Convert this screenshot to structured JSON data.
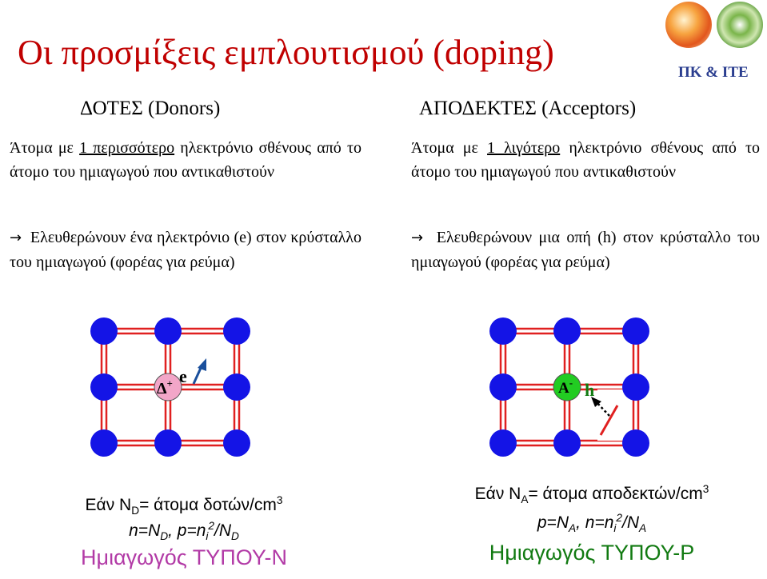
{
  "title": "Οι προσμίξεις εμπλουτισμού (doping)",
  "lab_label": "ΠΚ & ΙΤΕ",
  "donors": {
    "header": "ΔΟΤΕΣ (Donors)",
    "desc_pre": "Άτομα με ",
    "desc_underlined": "1 περισσότερο",
    "desc_post": " ηλεκτρόνιο σθένους από το άτομο του ημιαγωγού που αντικαθιστούν",
    "effect_arrow": "→",
    "effect": "Ελευθερώνουν ένα ηλεκτρόνιο (e) στον κρύσταλλο του ημιαγωγού (φορέας για ρεύμα)",
    "ion_label": "Δ",
    "ion_sup": "+",
    "carrier_label": "e",
    "cond_pre": "Εάν N",
    "cond_sub": "D",
    "cond_post": "= άτομα δοτών/cm",
    "cond_sup": "3",
    "formula_a": "n=N",
    "formula_a_sub": "D",
    "formula_b": ", p=n",
    "formula_b_sub": "i",
    "formula_b_sup": "2",
    "formula_c": "/N",
    "formula_c_sub": "D",
    "type": "Ημιαγωγός ΤΥΠΟΥ-N"
  },
  "acceptors": {
    "header": "ΑΠΟΔΕΚΤΕΣ (Acceptors)",
    "desc_pre": "Άτομα με ",
    "desc_underlined": "1 λιγότερο",
    "desc_post": " ηλεκτρόνιο σθένους από το άτομο του ημιαγωγού που αντικαθιστούν",
    "effect_arrow": "→",
    "effect": "Ελευθερώνουν μια οπή (h) στον κρύσταλλο του ημιαγωγού (φορέας για ρεύμα)",
    "ion_label": "A",
    "ion_sup": "-",
    "carrier_label": "h",
    "cond_pre": "Εάν N",
    "cond_sub": "A",
    "cond_post": "= άτομα αποδεκτών/cm",
    "cond_sup": "3",
    "formula_a": "p=N",
    "formula_a_sub": "A",
    "formula_b": ", n=n",
    "formula_b_sub": "i",
    "formula_b_sup": "2",
    "formula_c": "/N",
    "formula_c_sub": "A",
    "type": "Ημιαγωγός ΤΥΠΟΥ-P"
  },
  "colors": {
    "title": "#c00000",
    "atom": "#1414e6",
    "bond": "#e02020",
    "donor_ion": "#f2a6c8",
    "acceptor_ion": "#22cc22",
    "n_type": "#b23aa6",
    "p_type": "#117a11",
    "electron_arrow": "#1a4f9c"
  }
}
